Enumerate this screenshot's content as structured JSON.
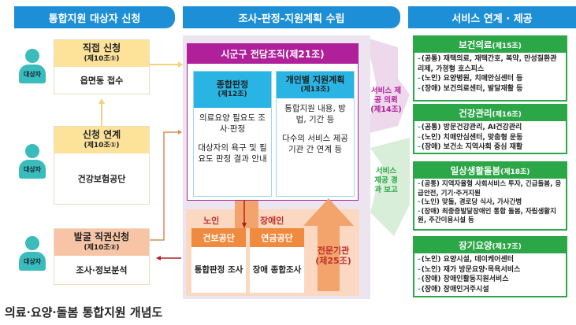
{
  "headers": [
    "통합지원 대상자 신청",
    "조사-판정-지원계획 수립",
    "서비스 연계 · 제공"
  ],
  "person_label": "대상자",
  "left": [
    {
      "title": "직접 신청",
      "article": "(제10조①)",
      "body": "읍면동 접수"
    },
    {
      "title": "신청 연계",
      "article": "(제10조①)",
      "body": "건강보험공단"
    },
    {
      "title": "발굴 직권신청",
      "article": "(제10조②)",
      "body": "조사·정보분석"
    }
  ],
  "middle": {
    "org": "시군구 전담조직(제21조)",
    "judge": {
      "title": "종합판정",
      "article": "(제12조)",
      "items": [
        "의료요양 필요도 조사·판정",
        "대상자의 욕구 및 필요도 판정 결과 안내"
      ]
    },
    "plan": {
      "title": "개인별 지원계획",
      "article": "(제13조)",
      "items": [
        "통합지원 내용, 방법, 기간 등",
        "다수의 서비스 제공기관 간 연계 등"
      ]
    },
    "elder": "노인",
    "disabled": "장애인",
    "nhis": {
      "title": "건보공단",
      "body": "통합판정 조사"
    },
    "nps": {
      "title": "연금공단",
      "body": "장애 종합조사"
    },
    "expert": "전문기관 (제25조)",
    "request": "서비스 제공 의뢰 (제14조)",
    "report": "서비스 제공 경과 보고"
  },
  "right": [
    {
      "title": "보건의료",
      "article": "(제15조)",
      "items": [
        "(공통) 재택의료, 재택간호, 복약, 만성질환관리제, 가정형 호스피스",
        "(노인) 요양병원, 치매안심센터 등",
        "(장애) 보건의료센터, 발달재활 등"
      ]
    },
    {
      "title": "건강관리",
      "article": "(제16조)",
      "items": [
        "(공통) 방문건강관리, AI건강관리",
        "(노인) 치매안심센터, 맞춤형 운동",
        "(장애) 보건소 지역사회 중심 재활"
      ]
    },
    {
      "title": "일상생활돌봄",
      "article": "(제18조)",
      "items": [
        "(공통) 지역자율형 사회서비스 투자, 긴급돌봄, 응급안전, 기기·주거지원",
        "(노인) 맞돌, 경로당 식사, 가사간병",
        "(장애) 최중증발달장애인 통합 돌봄, 자립생활지원, 주간이용시설 등"
      ]
    },
    {
      "title": "장기요양",
      "article": "(제17조)",
      "items": [
        "(노인) 요양시설, 데이케어센터",
        "(노인) 재가 방문요양·목욕서비스",
        "(장애) 장애인활동지원서비스",
        "(장애) 장애인거주시설"
      ]
    }
  ],
  "caption": "의료·요양·돌봄 통합지원 개념도"
}
